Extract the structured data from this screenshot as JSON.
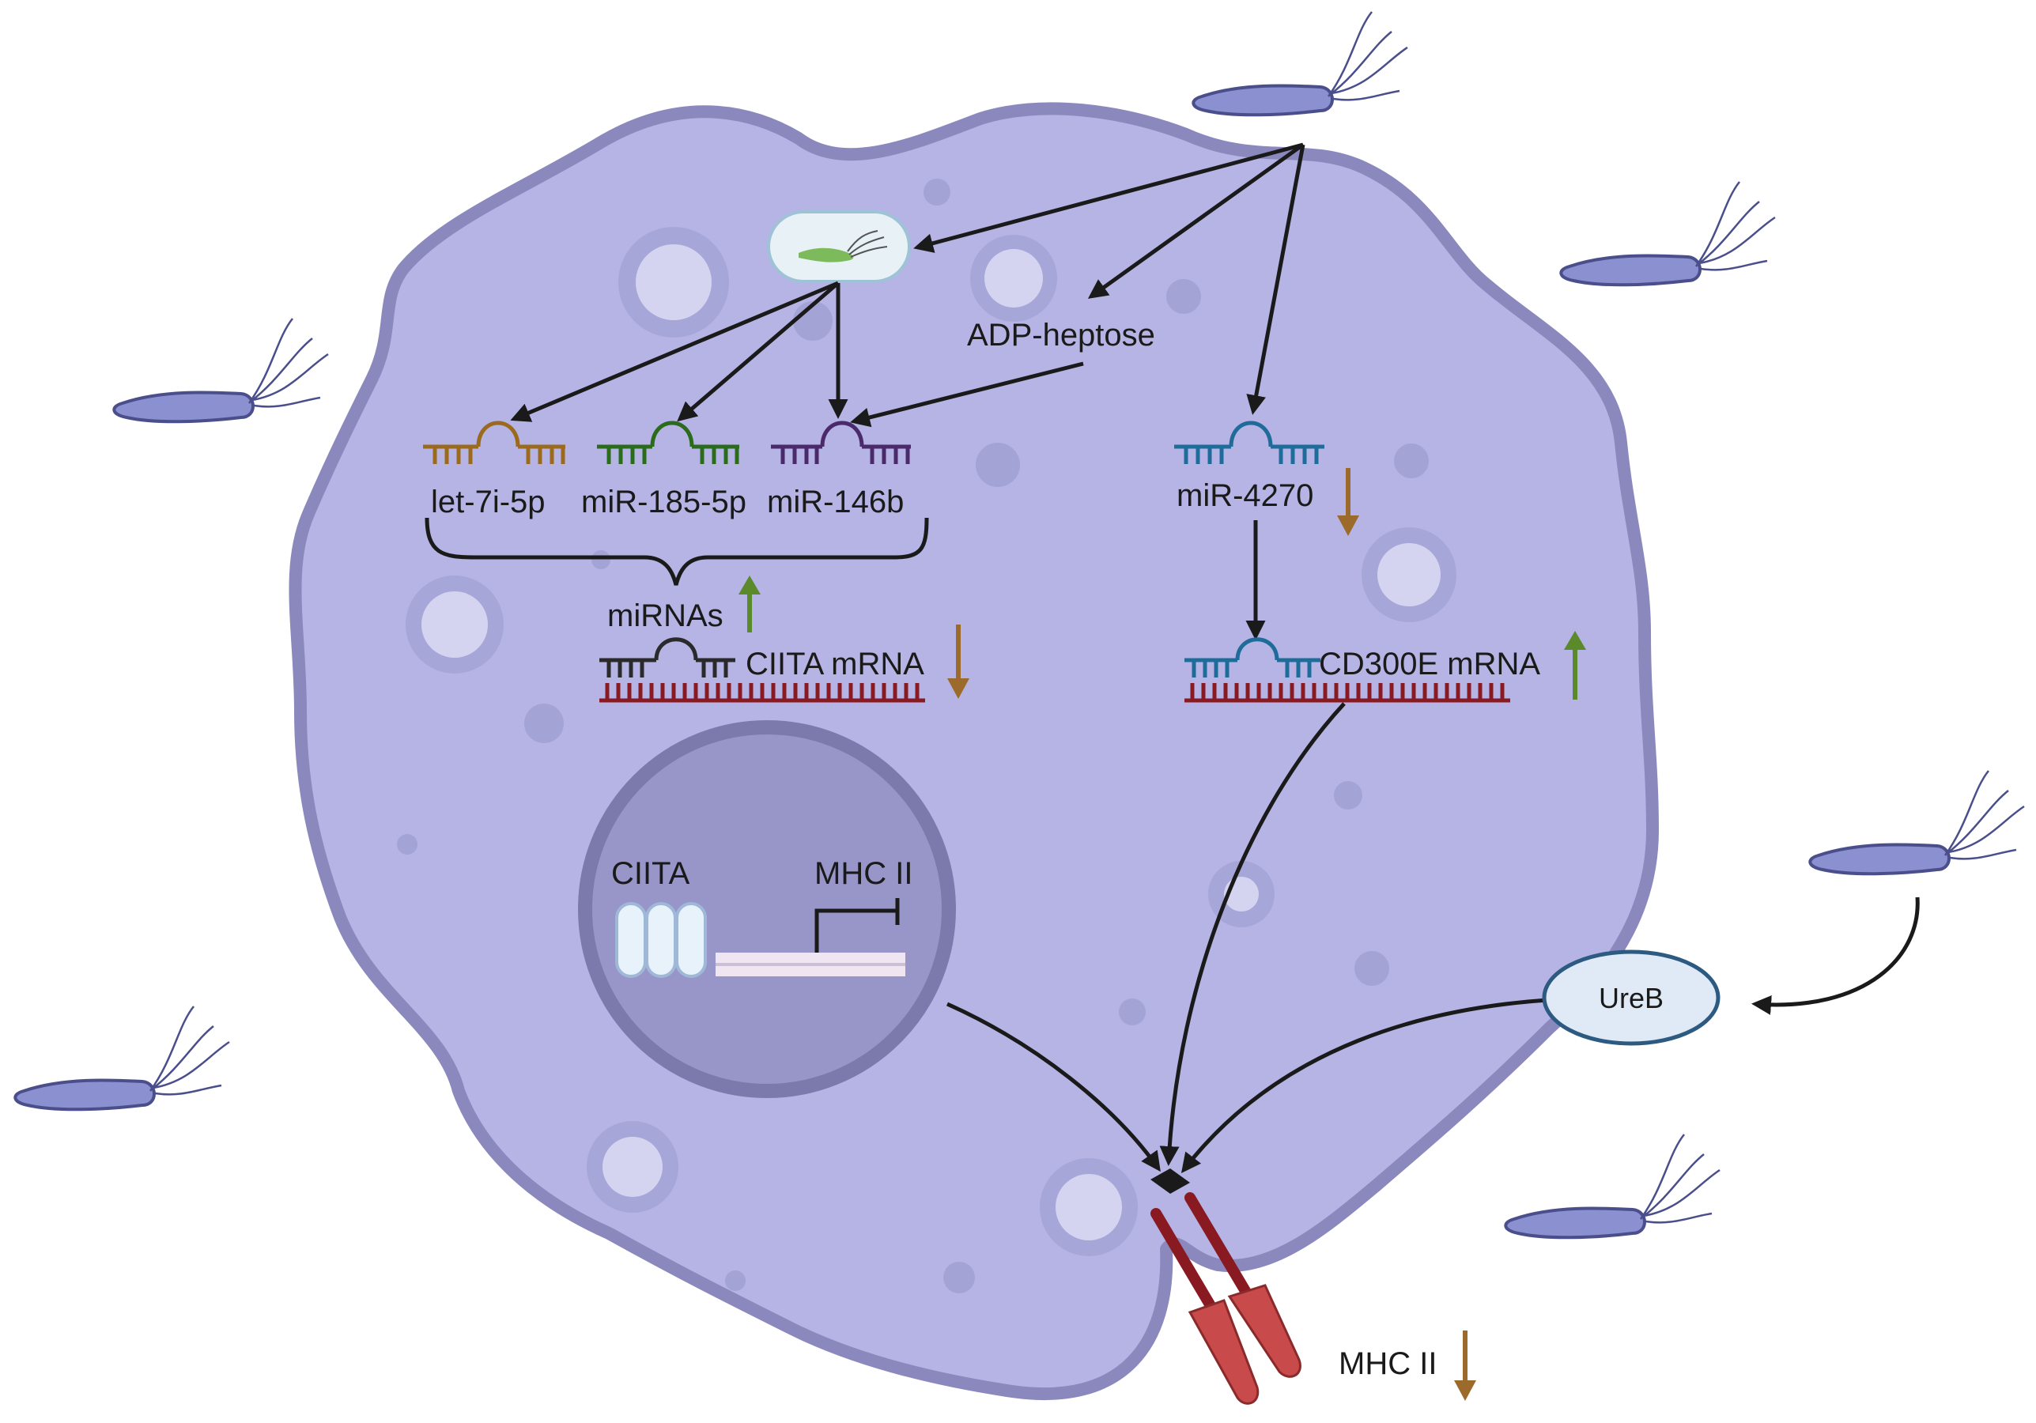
{
  "labels": {
    "adp_heptose": "ADP-heptose",
    "let7i": "let-7i-5p",
    "mir185": "miR-185-5p",
    "mir146b": "miR-146b",
    "mirnas": "miRNAs",
    "ciita_mrna": "CIITA mRNA",
    "mir4270": "miR-4270",
    "cd300e_mrna": "CD300E mRNA",
    "ciita_gene": "CIITA",
    "mhc2_gene": "MHC II",
    "ureb": "UreB",
    "mhc2_surface": "MHC II"
  },
  "colors": {
    "cell_fill": "#b5b4e4",
    "cell_outline": "#8a88bd",
    "nucleus_fill": "#9895c8",
    "nucleus_outline": "#7c79ad",
    "let7i": "#9c6a1c",
    "mir185": "#2a6b1c",
    "mir146b": "#4a2a6a",
    "mir4270": "#1f6b9a",
    "mrna_strand": "#8a1a22",
    "arrow": "#1a1a1a",
    "up_arrow": "#5a8a2a",
    "down_arrow": "#9c6a2a",
    "mhc_receptor": "#c94a4a",
    "bacterium": "#8a90d0",
    "ureb_fill": "#dfeaf6",
    "ureb_outline": "#2c5a80"
  },
  "icons": [
    "bacterium-icon",
    "vacuole-icon",
    "mirna-icon",
    "mrna-icon",
    "mhc-ii-receptor-icon",
    "up-arrow-icon",
    "down-arrow-icon",
    "dna-gene-icon"
  ]
}
